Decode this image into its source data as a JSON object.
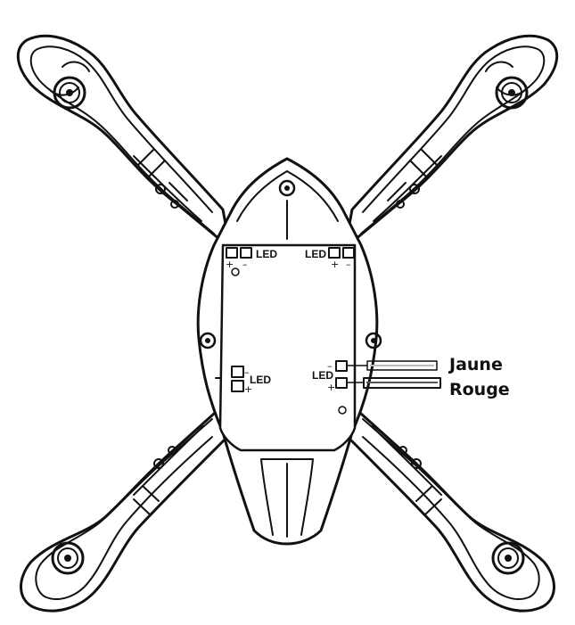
{
  "labels": {
    "led_top_left": "LED",
    "led_top_right": "LED",
    "led_middle_left": "LED",
    "led_middle_right": "LED",
    "wire_yellow": "Jaune",
    "wire_red": "Rouge",
    "plus": "+",
    "minus": "–"
  },
  "colors": {
    "ink": "#111111",
    "background": "#ffffff"
  }
}
